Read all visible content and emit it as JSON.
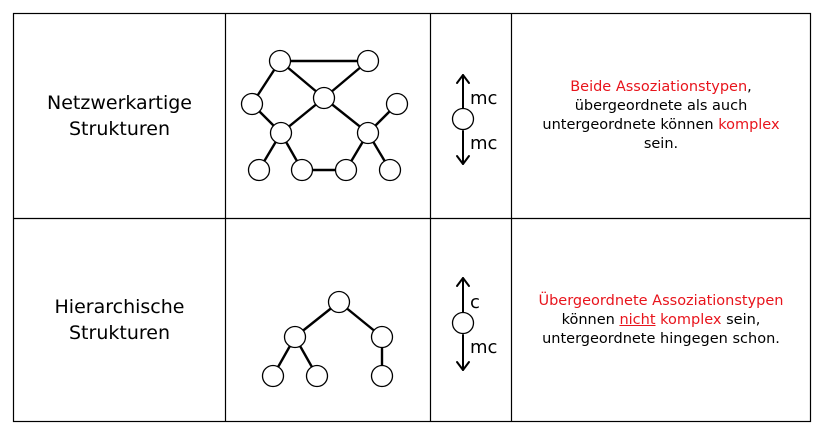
{
  "rows": [
    {
      "label_line1": "Netzwerkartige",
      "label_line2": "Strukturen",
      "assoc_top": "mc",
      "assoc_bottom": "mc",
      "desc": {
        "line1_red": "Beide Assoziationstypen",
        "line1_tail": ",",
        "line2": "übergeordnete als auch",
        "line3_pre": "untergeordnete können ",
        "line3_red": "komplex",
        "line4": "sein."
      }
    },
    {
      "label_line1": "Hierarchische",
      "label_line2": "Strukturen",
      "assoc_top": "c",
      "assoc_bottom": "mc",
      "desc": {
        "line1_red": "Übergeordnete Assoziationstypen",
        "line2_pre": "können ",
        "line2_red_ul": "nicht",
        "line2_space": " ",
        "line2_red": "komplex",
        "line2_post": " sein,",
        "line3": "untergeordnete hingegen schon."
      }
    }
  ],
  "colors": {
    "accent_red": "#e8141c",
    "ink": "#000000"
  }
}
